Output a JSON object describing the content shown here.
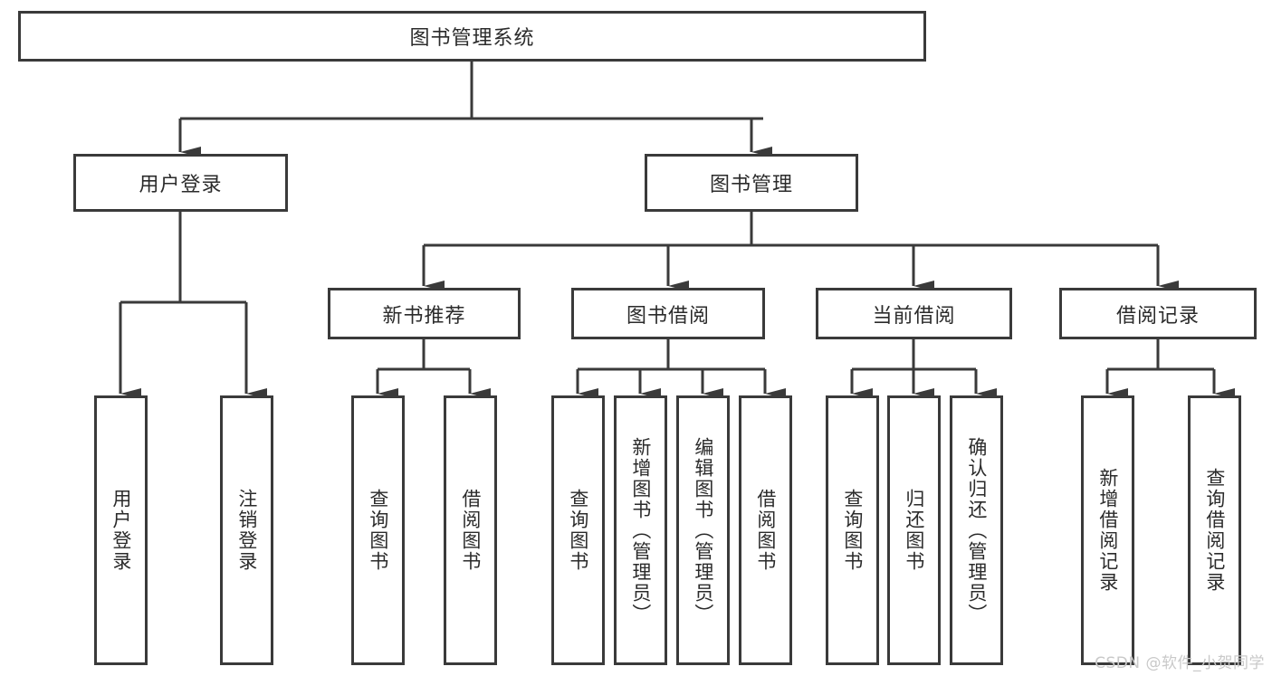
{
  "diagram": {
    "title": "图书管理系统",
    "type": "tree-hierarchy-diagram",
    "root": {
      "label": "图书管理系统"
    },
    "level1": [
      {
        "label": "用户登录"
      },
      {
        "label": "图书管理"
      }
    ],
    "level2": [
      {
        "label": "新书推荐"
      },
      {
        "label": "图书借阅"
      },
      {
        "label": "当前借阅"
      },
      {
        "label": "借阅记录"
      }
    ],
    "leaves": {
      "user_login": [
        {
          "label": "用户登录"
        },
        {
          "label": "注销登录"
        }
      ],
      "new_book_recommend": [
        {
          "label": "查询图书"
        },
        {
          "label": "借阅图书"
        }
      ],
      "book_borrow": [
        {
          "label": "查询图书"
        },
        {
          "label": "新增图书（管理员）"
        },
        {
          "label": "编辑图书（管理员）"
        },
        {
          "label": "借阅图书"
        }
      ],
      "current_borrow": [
        {
          "label": "查询图书"
        },
        {
          "label": "归还图书"
        },
        {
          "label": "确认归还（管理员）"
        }
      ],
      "borrow_record": [
        {
          "label": "新增借阅记录"
        },
        {
          "label": "查询借阅记录"
        }
      ]
    }
  },
  "watermark": {
    "text": "CSDN @软件_小贺同学"
  },
  "colors": {
    "stroke": "#3a3a3a",
    "text": "#2b2b2b",
    "background": "#ffffff",
    "watermark": "#c9c9c9"
  }
}
